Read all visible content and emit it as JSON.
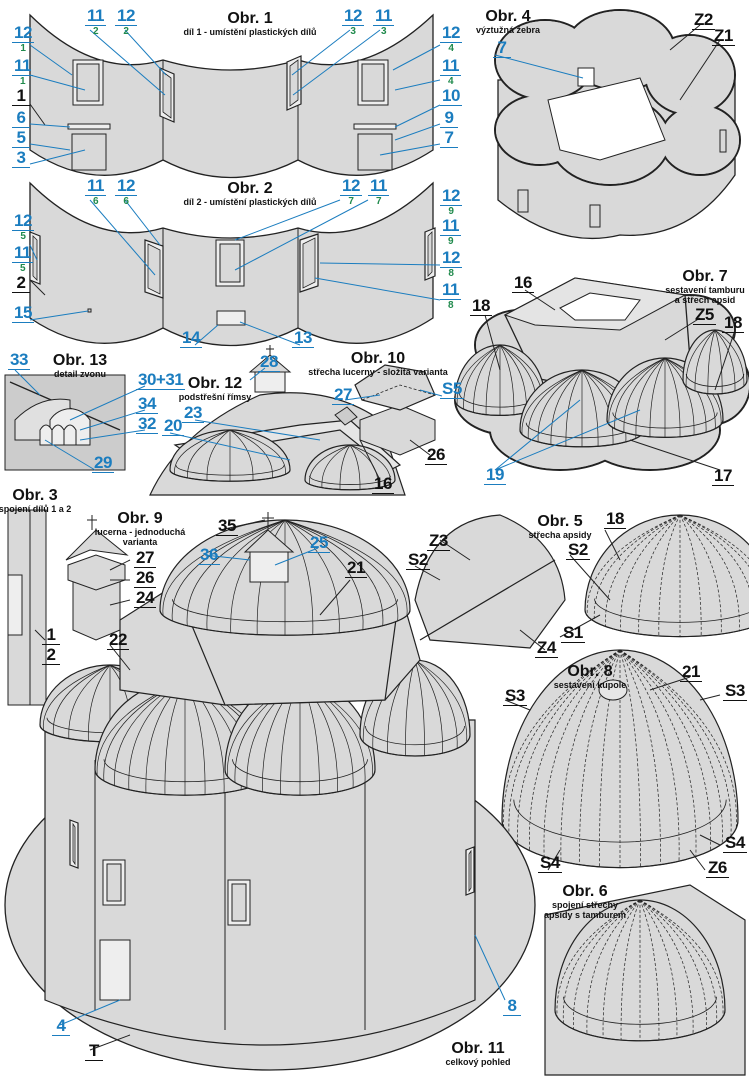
{
  "figures": {
    "obr1": {
      "title": "Obr. 1",
      "subtitle": [
        "díl 1 - umístění plastických dílů"
      ]
    },
    "obr2": {
      "title": "Obr. 2",
      "subtitle": [
        "díl 2 - umístění plastických dílů"
      ]
    },
    "obr3": {
      "title": "Obr. 3",
      "subtitle": [
        "spojení dílů 1 a 2"
      ]
    },
    "obr4": {
      "title": "Obr. 4",
      "subtitle": [
        "výztužná žebra"
      ]
    },
    "obr5": {
      "title": "Obr. 5",
      "subtitle": [
        "střecha apsidy"
      ]
    },
    "obr6": {
      "title": "Obr. 6",
      "subtitle": [
        "spojení střechy",
        "apsidy s tamburem"
      ]
    },
    "obr7": {
      "title": "Obr. 7",
      "subtitle": [
        "sestavení tamburu",
        "a střech apsid"
      ]
    },
    "obr8": {
      "title": "Obr. 8",
      "subtitle": [
        "sestavení kupole"
      ]
    },
    "obr9": {
      "title": "Obr. 9",
      "subtitle": [
        "lucerna - jednoduchá",
        "varianta"
      ]
    },
    "obr10": {
      "title": "Obr. 10",
      "subtitle": [
        "střecha lucerny - složitá varianta"
      ]
    },
    "obr11": {
      "title": "Obr. 11",
      "subtitle": [
        "celkový pohled"
      ]
    },
    "obr12": {
      "title": "Obr. 12",
      "subtitle": [
        "podstřešní římsy"
      ]
    },
    "obr13": {
      "title": "Obr. 13",
      "subtitle": [
        "detail zvonu"
      ]
    }
  },
  "callouts": {
    "obr1": [
      {
        "n": "12",
        "s": "1",
        "c": "blue"
      },
      {
        "n": "11",
        "s": "1",
        "c": "blue"
      },
      {
        "n": "1",
        "c": "black"
      },
      {
        "n": "6",
        "c": "blue"
      },
      {
        "n": "5",
        "c": "blue"
      },
      {
        "n": "3",
        "c": "blue"
      },
      {
        "n": "11",
        "s": "2",
        "c": "blue"
      },
      {
        "n": "12",
        "s": "2",
        "c": "blue"
      },
      {
        "n": "12",
        "s": "3",
        "c": "blue"
      },
      {
        "n": "11",
        "s": "3",
        "c": "blue"
      },
      {
        "n": "12",
        "s": "4",
        "c": "blue"
      },
      {
        "n": "11",
        "s": "4",
        "c": "blue"
      },
      {
        "n": "10",
        "c": "blue"
      },
      {
        "n": "9",
        "c": "blue"
      },
      {
        "n": "7",
        "c": "blue"
      }
    ],
    "obr2": [
      {
        "n": "11",
        "s": "6",
        "c": "blue"
      },
      {
        "n": "12",
        "s": "6",
        "c": "blue"
      },
      {
        "n": "12",
        "s": "5",
        "c": "blue"
      },
      {
        "n": "11",
        "s": "5",
        "c": "blue"
      },
      {
        "n": "2",
        "c": "black"
      },
      {
        "n": "15",
        "c": "blue"
      },
      {
        "n": "14",
        "c": "blue"
      },
      {
        "n": "13",
        "c": "blue"
      },
      {
        "n": "12",
        "s": "7",
        "c": "blue"
      },
      {
        "n": "11",
        "s": "7",
        "c": "blue"
      },
      {
        "n": "12",
        "s": "9",
        "c": "blue"
      },
      {
        "n": "11",
        "s": "9",
        "c": "blue"
      },
      {
        "n": "12",
        "s": "8",
        "c": "blue"
      },
      {
        "n": "11",
        "s": "8",
        "c": "blue"
      }
    ],
    "obr4": [
      {
        "n": "7",
        "c": "blue"
      },
      {
        "n": "Z2",
        "c": "black"
      },
      {
        "n": "Z1",
        "c": "black"
      }
    ],
    "obr7": [
      {
        "n": "16",
        "c": "black"
      },
      {
        "n": "18",
        "c": "black"
      },
      {
        "n": "Z5",
        "c": "black"
      },
      {
        "n": "18",
        "c": "black"
      },
      {
        "n": "19",
        "c": "blue"
      },
      {
        "n": "17",
        "c": "black"
      }
    ],
    "obr13": [
      {
        "n": "33",
        "c": "blue"
      },
      {
        "n": "30+31",
        "c": "blue"
      },
      {
        "n": "34",
        "c": "blue"
      },
      {
        "n": "32",
        "c": "blue"
      },
      {
        "n": "29",
        "c": "blue"
      }
    ],
    "obr12": [
      {
        "n": "28",
        "c": "blue"
      },
      {
        "n": "23",
        "c": "blue"
      },
      {
        "n": "20",
        "c": "blue"
      },
      {
        "n": "16",
        "c": "black"
      }
    ],
    "obr10": [
      {
        "n": "S5",
        "c": "blue"
      },
      {
        "n": "27",
        "c": "blue"
      },
      {
        "n": "26",
        "c": "black"
      }
    ],
    "obr3": [
      {
        "n": "1",
        "c": "black"
      },
      {
        "n": "2",
        "c": "black"
      }
    ],
    "obr9": [
      {
        "n": "27",
        "c": "black"
      },
      {
        "n": "26",
        "c": "black"
      },
      {
        "n": "24",
        "c": "black"
      },
      {
        "n": "35",
        "c": "black"
      },
      {
        "n": "36",
        "c": "blue"
      },
      {
        "n": "25",
        "c": "blue"
      },
      {
        "n": "21",
        "c": "black"
      },
      {
        "n": "22",
        "c": "black"
      }
    ],
    "obr5": [
      {
        "n": "Z3",
        "c": "black"
      },
      {
        "n": "S2",
        "c": "black"
      },
      {
        "n": "18",
        "c": "black"
      },
      {
        "n": "S2",
        "c": "black"
      },
      {
        "n": "S1",
        "c": "black"
      },
      {
        "n": "Z4",
        "c": "black"
      }
    ],
    "obr8": [
      {
        "n": "S3",
        "c": "black"
      },
      {
        "n": "21",
        "c": "black"
      },
      {
        "n": "S3",
        "c": "black"
      },
      {
        "n": "S4",
        "c": "black"
      },
      {
        "n": "S4",
        "c": "black"
      },
      {
        "n": "Z6",
        "c": "black"
      }
    ],
    "obr11": [
      {
        "n": "4",
        "c": "blue"
      },
      {
        "n": "T",
        "c": "black"
      },
      {
        "n": "8",
        "c": "blue"
      }
    ]
  },
  "colors": {
    "paper": "#d9d9d9",
    "stroke": "#222222",
    "blue": "#1b7dbf",
    "green": "#1f8a4c"
  }
}
